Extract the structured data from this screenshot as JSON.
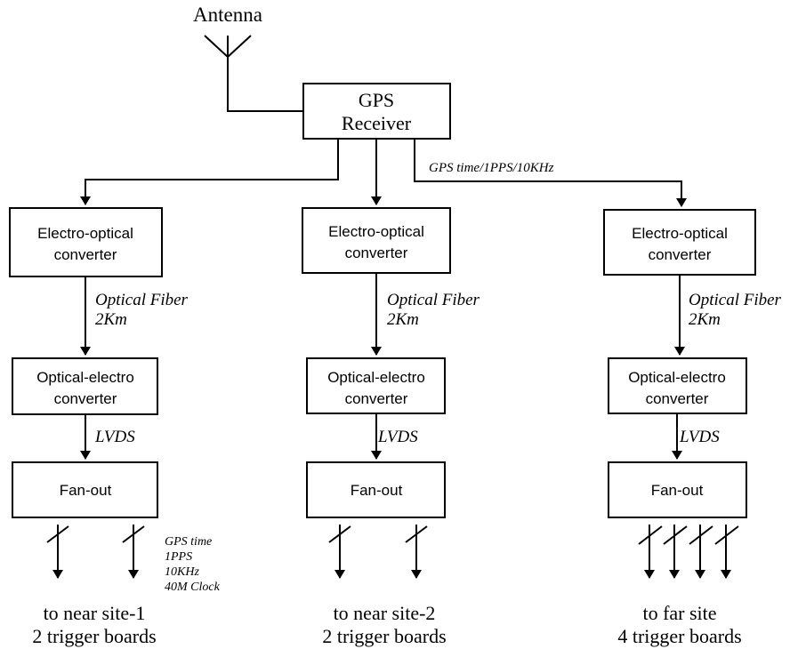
{
  "antenna_label": "Antenna",
  "gps_receiver": {
    "line1": "GPS",
    "line2": "Receiver"
  },
  "signal_label": "GPS time/1PPS/10KHz",
  "branches": [
    {
      "eo": {
        "line1": "Electro-optical",
        "line2": "converter"
      },
      "fiber": {
        "line1": "Optical Fiber",
        "line2": "2Km"
      },
      "oe": {
        "line1": "Optical-electro",
        "line2": "converter"
      },
      "lvds": "LVDS",
      "fanout": "Fan-out",
      "dest": {
        "line1": "to near site-1",
        "line2": "2 trigger boards"
      },
      "outputs": 2
    },
    {
      "eo": {
        "line1": "Electro-optical",
        "line2": "converter"
      },
      "fiber": {
        "line1": "Optical Fiber",
        "line2": "2Km"
      },
      "oe": {
        "line1": "Optical-electro",
        "line2": "converter"
      },
      "lvds": "LVDS",
      "fanout": "Fan-out",
      "dest": {
        "line1": "to near site-2",
        "line2": "2 trigger boards"
      },
      "outputs": 2
    },
    {
      "eo": {
        "line1": "Electro-optical",
        "line2": "converter"
      },
      "fiber": {
        "line1": "Optical Fiber",
        "line2": "2Km"
      },
      "oe": {
        "line1": "Optical-electro",
        "line2": "converter"
      },
      "lvds": "LVDS",
      "fanout": "Fan-out",
      "dest": {
        "line1": "to far site",
        "line2": "4 trigger boards"
      },
      "outputs": 4
    }
  ],
  "fanout_signals": [
    "GPS time",
    "1PPS",
    "10KHz",
    "40M Clock"
  ]
}
